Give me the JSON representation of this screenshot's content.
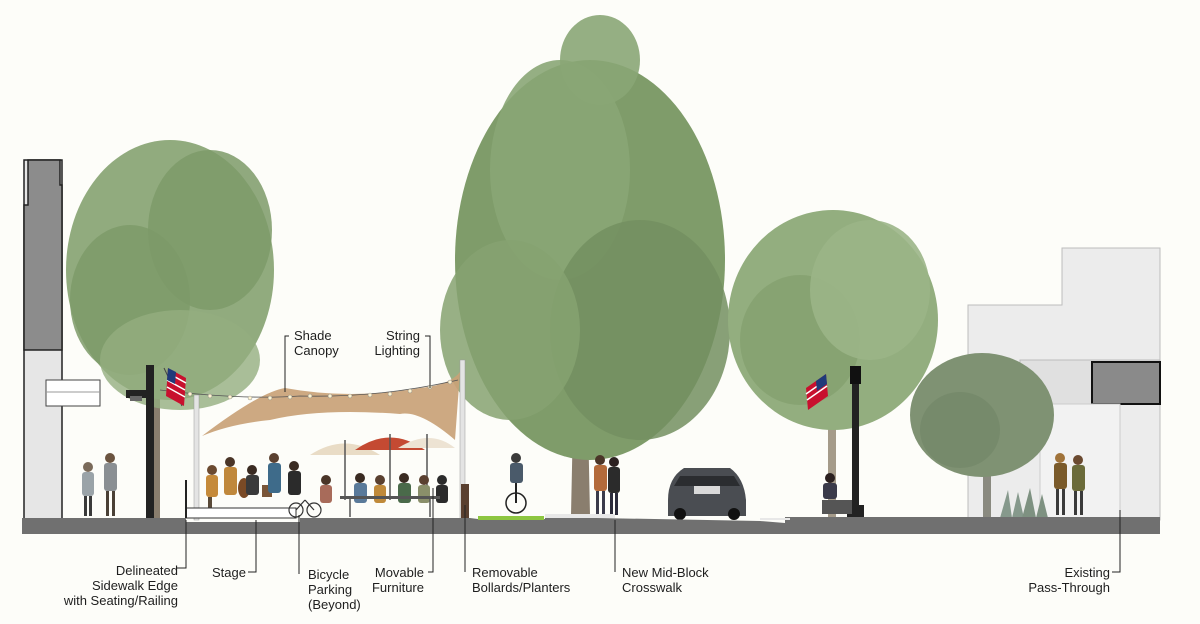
{
  "labels": {
    "shade_canopy": "Shade\nCanopy",
    "string_lighting": "String\nLighting",
    "sidewalk_edge": "Delineated\nSidewalk Edge\nwith Seating/Railing",
    "stage": "Stage",
    "bicycle_parking": "Bicycle\nParking\n(Beyond)",
    "movable_furniture": "Movable\nFurniture",
    "bollards": "Removable\nBollards/Planters",
    "crosswalk": "New Mid-Block\nCrosswalk",
    "pass_through": "Existing\nPass-Through"
  },
  "colors": {
    "ground": "#6f6f6f",
    "tree_foliage": "#7d9a68",
    "tree_trunk": "#8a7e6e",
    "canopy": "#c9a277",
    "building_dark": "#8c8c8c",
    "building_light": "#e9e9e9",
    "leader_line": "#222222",
    "bike_lane": "#8dc641"
  },
  "icons": {
    "flag_left": "american-flag-icon",
    "flag_right": "american-flag-icon"
  }
}
